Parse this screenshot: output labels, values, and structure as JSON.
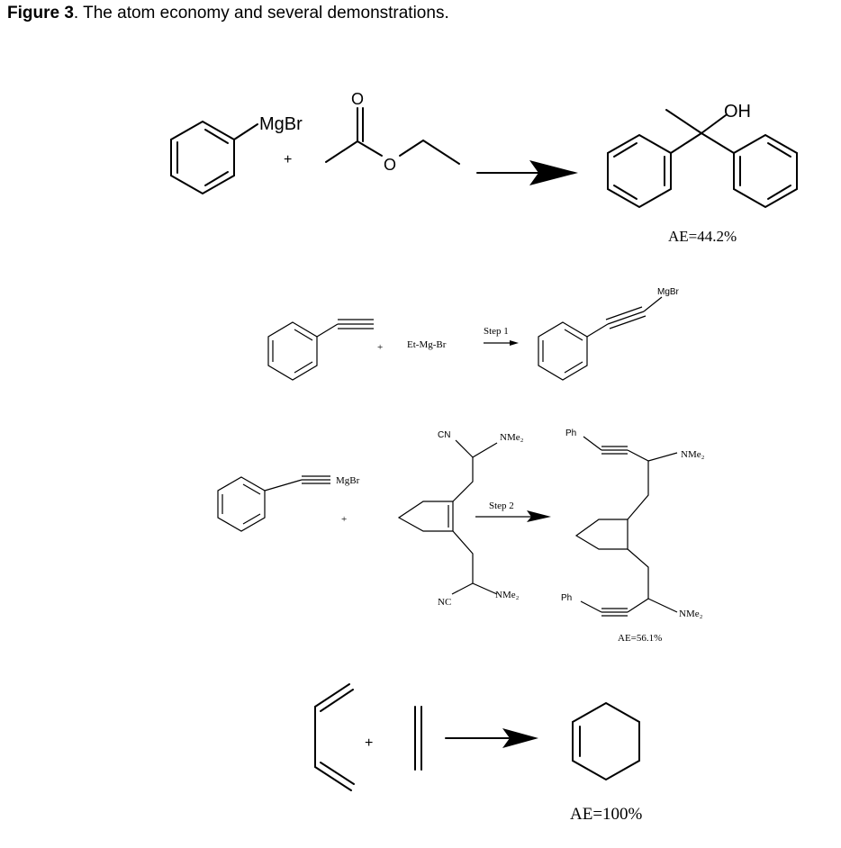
{
  "caption": {
    "label": "Figure 3",
    "text": ". The atom economy and several demonstrations."
  },
  "reaction1": {
    "reagent1_group": "MgBr",
    "plus": "+",
    "ester_carbonyl_o": "O",
    "ester_o": "O",
    "product_oh": "OH",
    "ae": "AE=44.2%"
  },
  "reaction2": {
    "plus": "+",
    "reagent2": "Et-Mg-Br",
    "step": "Step 1",
    "product_group": "MgBr"
  },
  "reaction3": {
    "reagent1_group": "MgBr",
    "plus": "+",
    "cn_top": "CN",
    "nme2_top": "NMe₂",
    "nc_bottom": "NC",
    "nme2_bottom": "NMe₂",
    "step": "Step 2",
    "ph_top": "Ph",
    "ph_bottom": "Ph",
    "prod_nme2_top": "NMe₂",
    "prod_nme2_bottom": "NMe₂",
    "ae": "AE=56.1%"
  },
  "reaction4": {
    "plus": "+",
    "ae": "AE=100%"
  }
}
